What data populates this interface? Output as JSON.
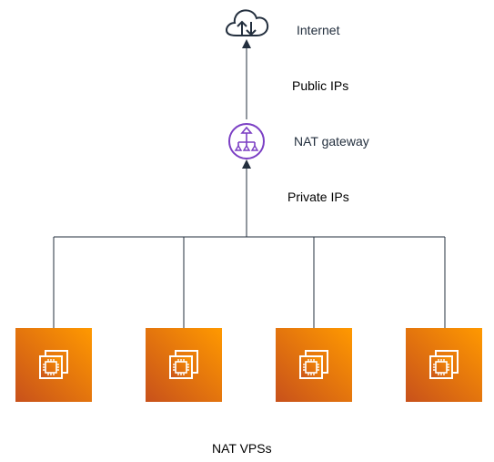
{
  "nodes": {
    "internet": {
      "label": "Internet",
      "icon": "cloud-upload-download-icon"
    },
    "nat_gateway": {
      "label": "NAT gateway",
      "icon": "nat-gateway-icon",
      "color": "#7B3FC4"
    },
    "vps_group": {
      "label": "NAT VPSs",
      "count": 4,
      "icon": "ec2-instance-icon",
      "gradient": [
        "#C8511B",
        "#FF9900"
      ]
    }
  },
  "edges": {
    "public": {
      "label": "Public IPs"
    },
    "private": {
      "label": "Private IPs"
    }
  },
  "colors": {
    "line": "#232F3E",
    "text": "#232F3E"
  }
}
